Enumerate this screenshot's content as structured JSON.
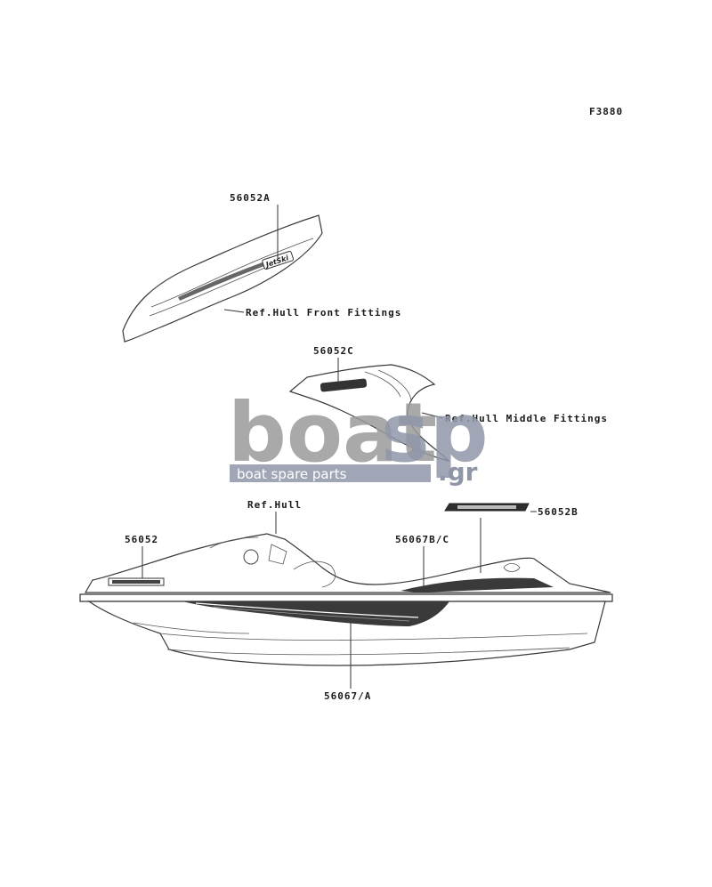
{
  "figure_code": "F3880",
  "labels": {
    "part_56052A": "56052A",
    "ref_hull_front": "Ref.Hull Front Fittings",
    "part_56052C": "56052C",
    "ref_hull_middle": "Ref.Hull Middle Fittings",
    "ref_hull": "Ref.Hull",
    "part_56052": "56052",
    "part_56067BC": "56067B/C",
    "part_56052B": "56052B",
    "part_56067A": "56067/A"
  },
  "watermark": {
    "brand_main": "boat",
    "brand_sp": "sp",
    "brand_tld": ".gr",
    "tagline": "boat spare parts"
  },
  "colors": {
    "line": "#333333",
    "watermark_gray": "#9a9a9a",
    "watermark_blue": "#8f96a8"
  }
}
